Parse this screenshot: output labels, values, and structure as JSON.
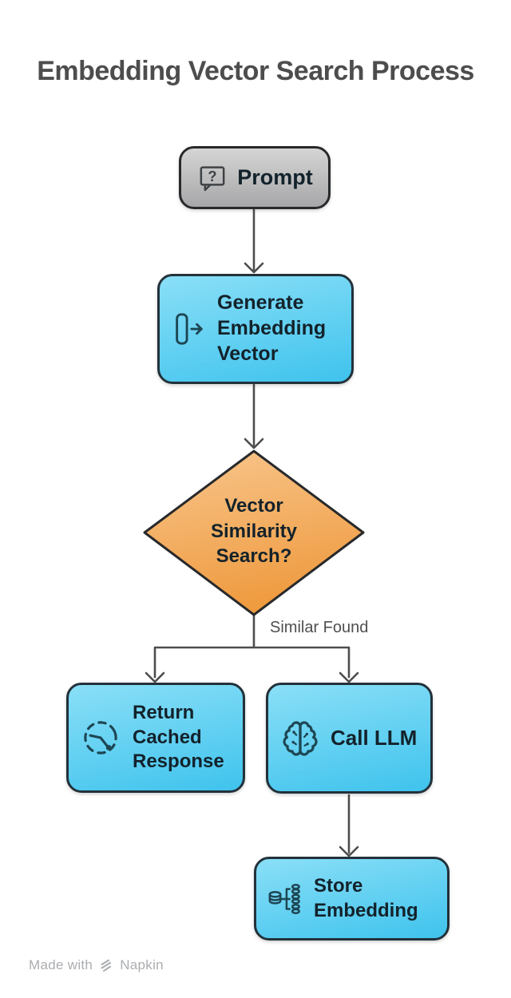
{
  "title": "Embedding Vector Search Process",
  "nodes": {
    "prompt": {
      "label": "Prompt",
      "icon": "question-bubble-icon"
    },
    "generate": {
      "label": "Generate Embedding Vector",
      "icon": "embedding-arrow-icon"
    },
    "decision": {
      "label": "Vector Similarity Search?",
      "icon": null
    },
    "cached": {
      "label": "Return Cached Response",
      "icon": "history-clock-icon"
    },
    "llm": {
      "label": "Call LLM",
      "icon": "brain-icon"
    },
    "store": {
      "label": "Store Embedding",
      "icon": "database-branch-icon"
    }
  },
  "edges": {
    "similar_found_label": "Similar Found"
  },
  "footer": {
    "made_with": "Made with",
    "brand": "Napkin"
  },
  "colors": {
    "node-cyan-top": "#8ADFF7",
    "node-cyan-bottom": "#3FC3ED",
    "node-gray-top": "#D5D5D5",
    "node-gray-bottom": "#A7A7A9",
    "diamond-orange-top": "#F8C68D",
    "diamond-orange-bottom": "#EF9B40",
    "node-border": "#22313A",
    "arrow": "#4D4D4D",
    "title-text": "#4D4D4D",
    "node-text": "#13222B",
    "icon-stroke": "#1D4653",
    "footer-text": "#ABADB0"
  }
}
